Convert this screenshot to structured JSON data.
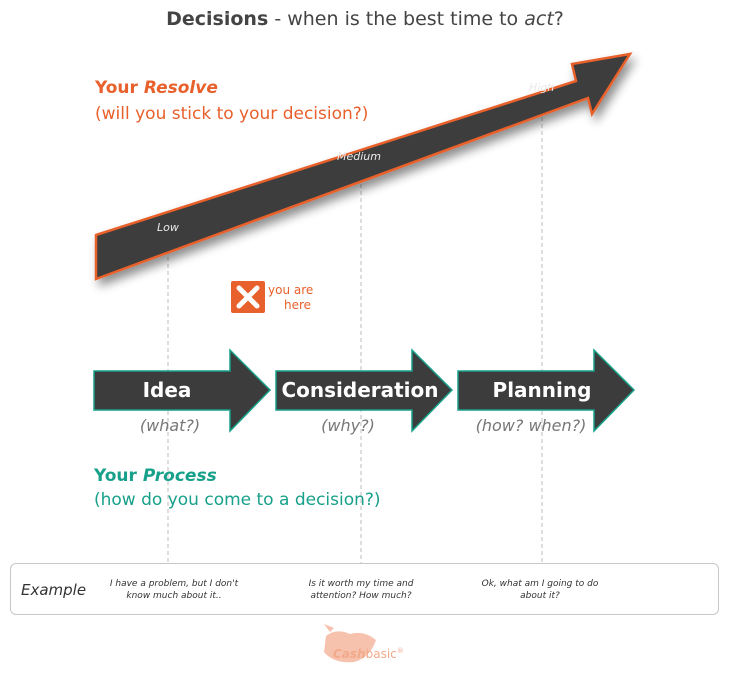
{
  "title": {
    "bold": "Decisions",
    "middle": " - when is the best time to ",
    "italic": "act",
    "end": "?"
  },
  "resolve": {
    "prefix": "Your ",
    "emphasis": "Resolve",
    "subtitle": "(will you stick to your decision?)"
  },
  "levels": [
    {
      "label": "Low"
    },
    {
      "label": "Medium"
    },
    {
      "label": "High"
    }
  ],
  "marker": {
    "icon": "close-x-icon",
    "text_line1": "you are",
    "text_line2": "here"
  },
  "stages": [
    {
      "label": "Idea",
      "question": "(what?)"
    },
    {
      "label": "Consideration",
      "question": "(why?)"
    },
    {
      "label": "Planning",
      "question": "(how? when?)"
    }
  ],
  "process": {
    "prefix": "Your ",
    "emphasis": "Process",
    "subtitle": "(how do you come to a decision?)"
  },
  "example": {
    "label": "Example",
    "items": [
      {
        "line1": "I have a problem, but I don't",
        "line2": "know much about it.."
      },
      {
        "line1": "Is it worth my time and",
        "line2": "attention? How much?"
      },
      {
        "line1": "Ok, what am I going to do",
        "line2": "about it?"
      }
    ]
  },
  "logo": {
    "part1": "Cash",
    "part2": "basic",
    "mark": "®"
  },
  "colors": {
    "orange": "#e8602b",
    "teal": "#17a08a",
    "dark": "#3a3a3a"
  }
}
